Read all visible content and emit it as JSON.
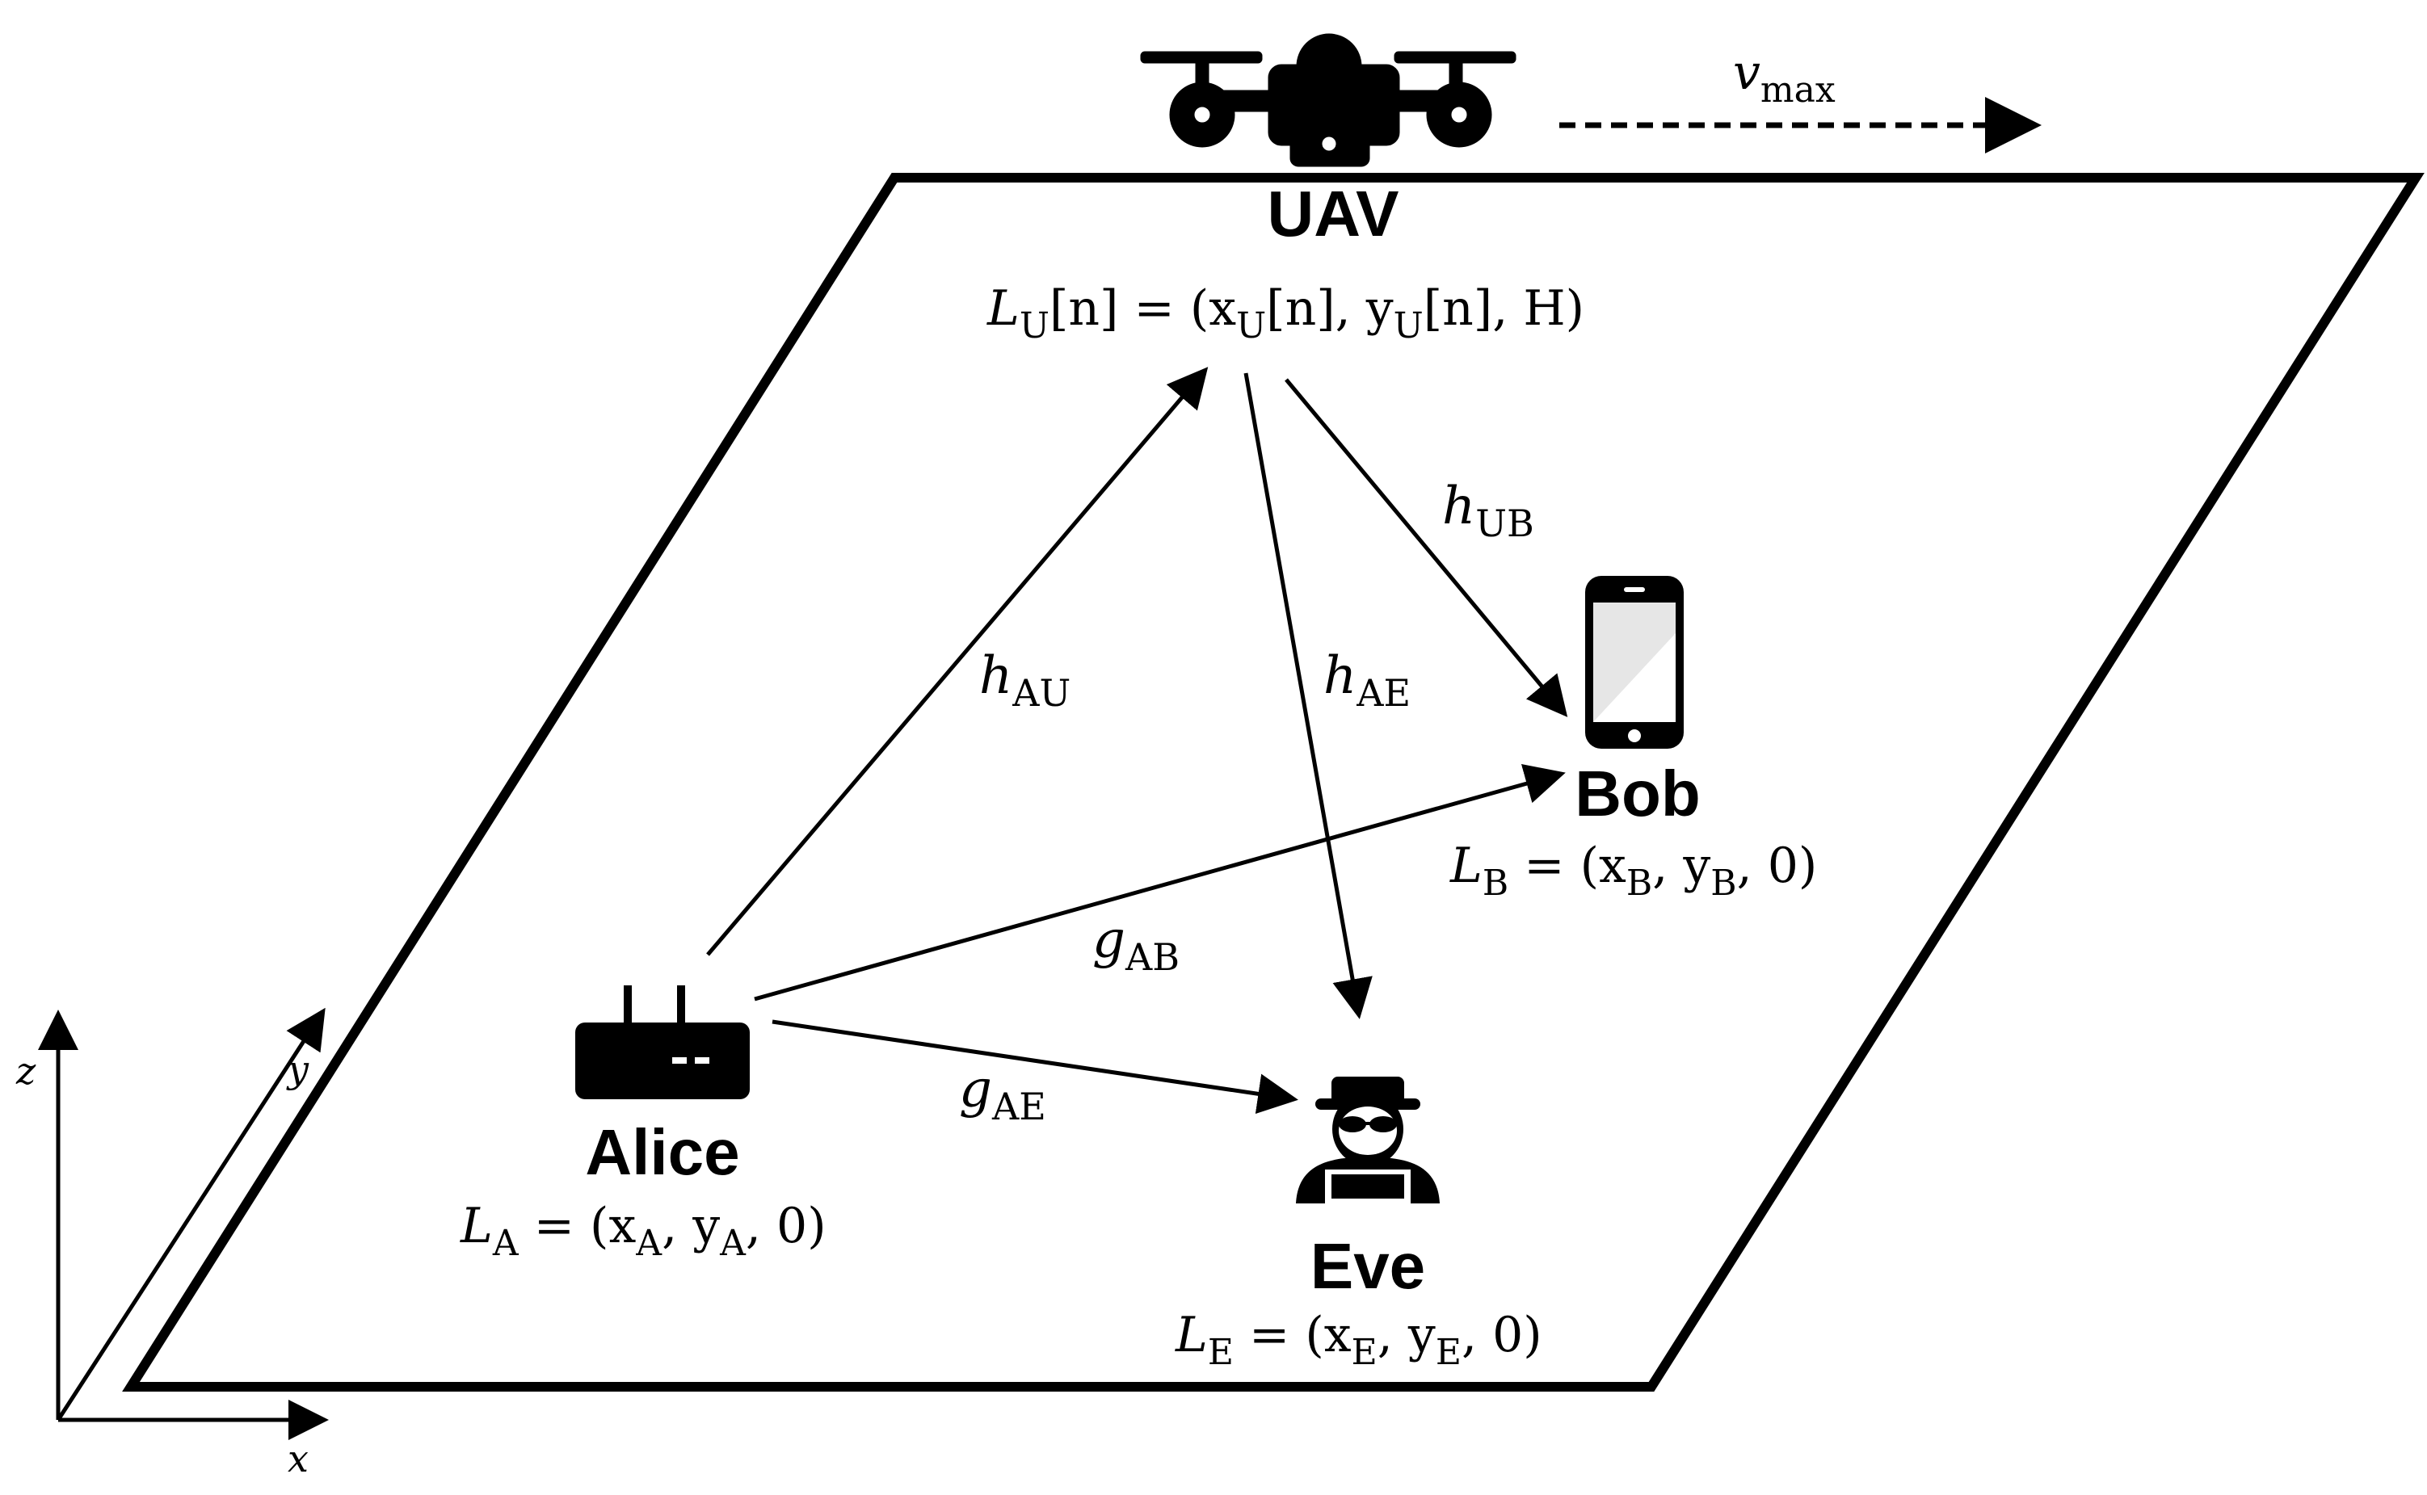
{
  "nodes": {
    "uav": {
      "name": "UAV",
      "location": {
        "base": "L",
        "sub": "U",
        "rest": "[n] = (x",
        "xsub": "U",
        "mid1": "[n], y",
        "ysub": "U",
        "tail": "[n], H)"
      },
      "speed": {
        "base": "v",
        "sub": "max"
      }
    },
    "alice": {
      "name": "Alice",
      "location": {
        "base": "L",
        "sub": "A",
        "rest": " = (x",
        "xsub": "A",
        "mid1": ", y",
        "ysub": "A",
        "tail": ", 0)"
      }
    },
    "bob": {
      "name": "Bob",
      "location": {
        "base": "L",
        "sub": "B",
        "rest": " = (x",
        "xsub": "B",
        "mid1": ", y",
        "ysub": "B",
        "tail": ", 0)"
      }
    },
    "eve": {
      "name": "Eve",
      "location": {
        "base": "L",
        "sub": "E",
        "rest": " = (x",
        "xsub": "E",
        "mid1": ", y",
        "ysub": "E",
        "tail": ", 0)"
      }
    }
  },
  "channels": {
    "h_AU": {
      "base": "h",
      "sub": "AU"
    },
    "h_UB": {
      "base": "h",
      "sub": "UB"
    },
    "h_AE": {
      "base": "h",
      "sub": "AE"
    },
    "g_AB": {
      "base": "g",
      "sub": "AB"
    },
    "g_AE": {
      "base": "g",
      "sub": "AE"
    }
  },
  "axes": {
    "x": "x",
    "y": "y",
    "z": "z"
  },
  "icons": {
    "uav": "drone-icon",
    "alice": "router-icon",
    "bob": "smartphone-icon",
    "eve": "hacker-icon"
  },
  "colors": {
    "stroke": "#000000",
    "background": "#ffffff",
    "phone_screen": "#e6e6e6"
  }
}
